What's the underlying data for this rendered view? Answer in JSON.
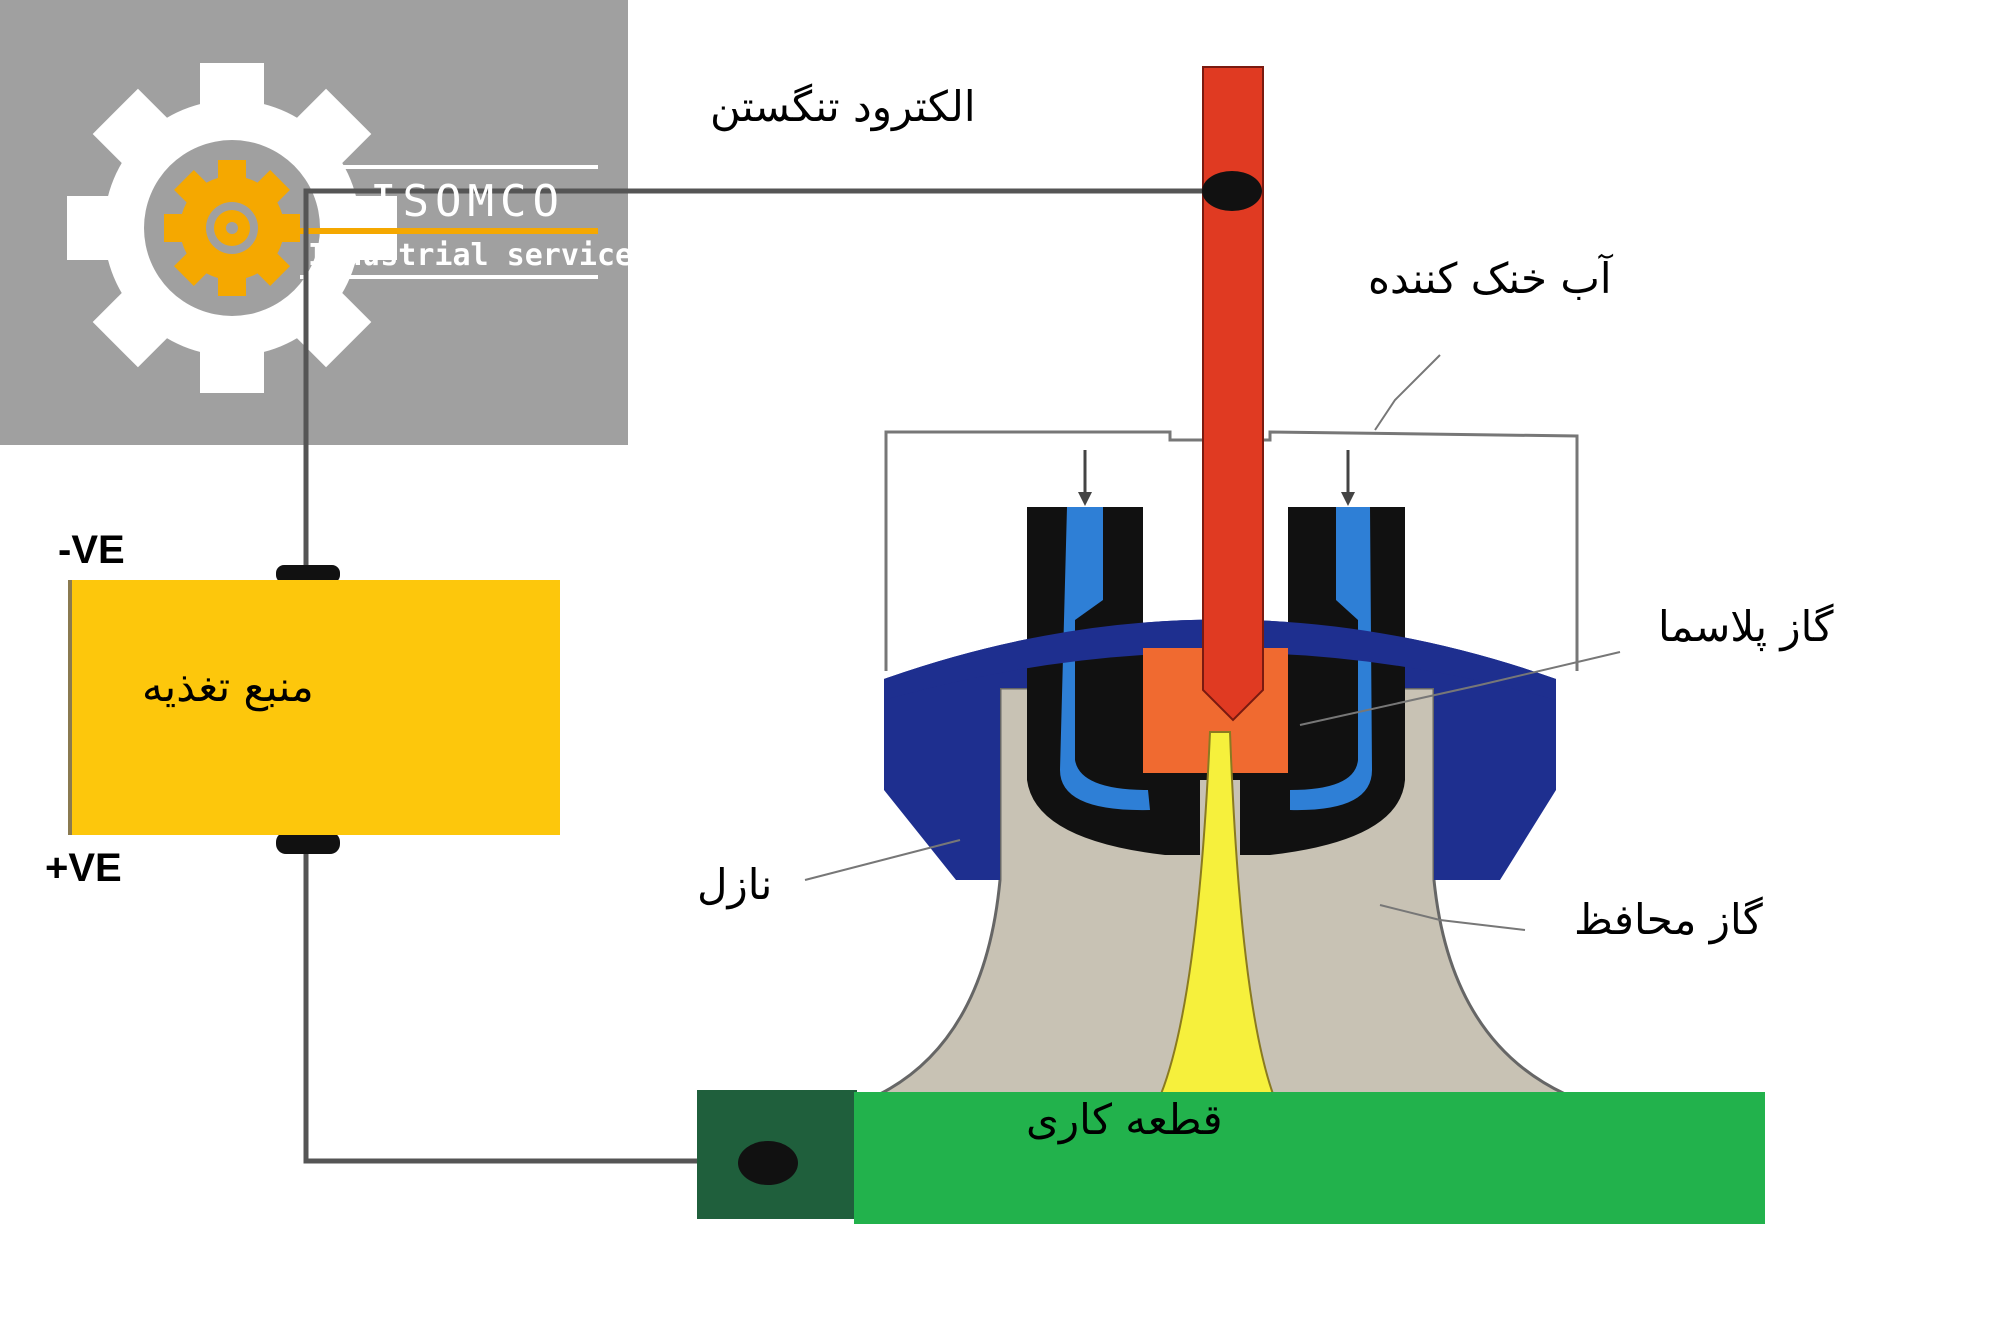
{
  "logo": {
    "name": "ISOMCO",
    "tagline": "Industrial services",
    "colors": {
      "background": "#a0a0a0",
      "gear": "#ffffff",
      "inner_gear": "#f5a800"
    }
  },
  "labels": {
    "electrode": "الکترود تنگستن",
    "cooling_water": "آب خنک کننده",
    "plasma_gas": "گاز پلاسما",
    "nozzle": "نازل",
    "shielding_gas": "گاز محافظ",
    "workpiece": "قطعه کاری",
    "power_supply": "منبع تغذیه",
    "negative": "-VE",
    "positive": "+VE"
  },
  "colors": {
    "electrode": "#e03a22",
    "power_supply": "#fdc70c",
    "workpiece": "#22b24c",
    "clamp": "#1f5f3c",
    "cap": "#1e2f8f",
    "cooling": "#2e7fd6",
    "plasma": "#f6f03c",
    "nozzle": "#c8c2b4",
    "tip": "#f06a30"
  }
}
